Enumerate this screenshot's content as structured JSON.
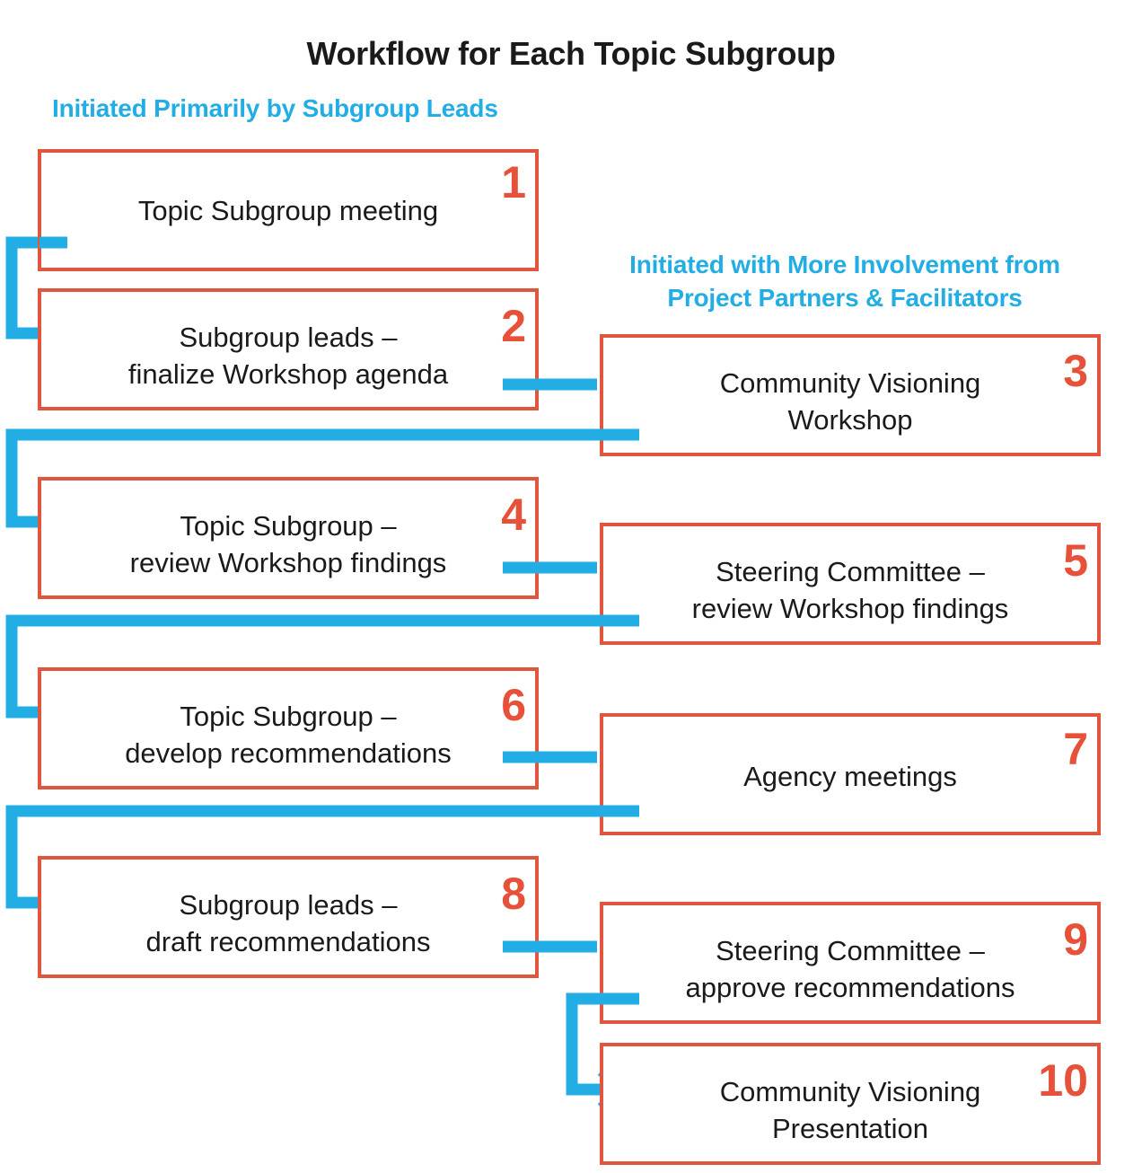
{
  "title": "Workflow for Each Topic Subgroup",
  "group_labels": {
    "left": "Initiated Primarily by Subgroup Leads",
    "right_line1": "Initiated with More Involvement from",
    "right_line2": "Project Partners & Facilitators"
  },
  "colors": {
    "box_border": "#e0563f",
    "number": "#e7513a",
    "connector": "#23ade5",
    "group_label": "#23ade5",
    "text": "#1a1a1a",
    "background": "#ffffff"
  },
  "steps": [
    {
      "number": "1",
      "line1": "Topic Subgroup meeting",
      "line2": ""
    },
    {
      "number": "2",
      "line1": "Subgroup leads –",
      "line2": "finalize Workshop agenda"
    },
    {
      "number": "3",
      "line1": "Community Visioning",
      "line2": "Workshop"
    },
    {
      "number": "4",
      "line1": "Topic Subgroup –",
      "line2": "review Workshop findings"
    },
    {
      "number": "5",
      "line1": "Steering Committee –",
      "line2": "review Workshop findings"
    },
    {
      "number": "6",
      "line1": "Topic Subgroup –",
      "line2": "develop recommendations"
    },
    {
      "number": "7",
      "line1": "Agency meetings",
      "line2": ""
    },
    {
      "number": "8",
      "line1": "Subgroup leads –",
      "line2": "draft recommendations"
    },
    {
      "number": "9",
      "line1": "Steering Committee –",
      "line2": "approve recommendations"
    },
    {
      "number": "10",
      "line1": "Community Visioning",
      "line2": "Presentation"
    }
  ]
}
